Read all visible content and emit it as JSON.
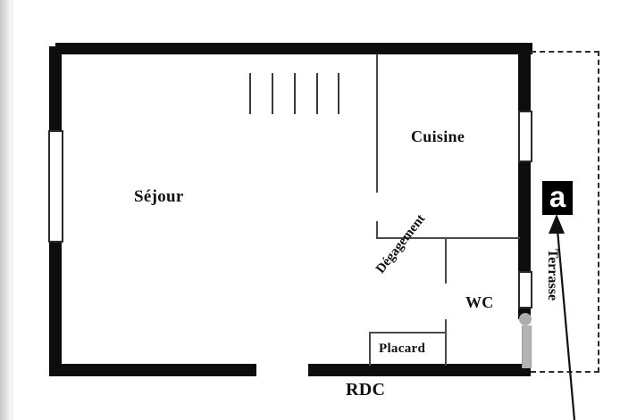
{
  "plan": {
    "title": "RDC",
    "level_label": "RDC",
    "rooms": [
      {
        "id": "sejour",
        "label": "Séjour"
      },
      {
        "id": "cuisine",
        "label": "Cuisine"
      },
      {
        "id": "wc",
        "label": "WC"
      },
      {
        "id": "placard",
        "label": "Placard"
      },
      {
        "id": "degagement",
        "label": "Dégagement"
      },
      {
        "id": "terrasse",
        "label": "Terrasse"
      }
    ],
    "view_marker": {
      "letter": "a"
    },
    "colors": {
      "wall": "#0d0d0d",
      "partition": "#4a4a4a",
      "door_leaf": "#b3b3b3",
      "marker_fill": "#000000",
      "marker_text": "#ffffff",
      "background": "#ffffff"
    }
  }
}
